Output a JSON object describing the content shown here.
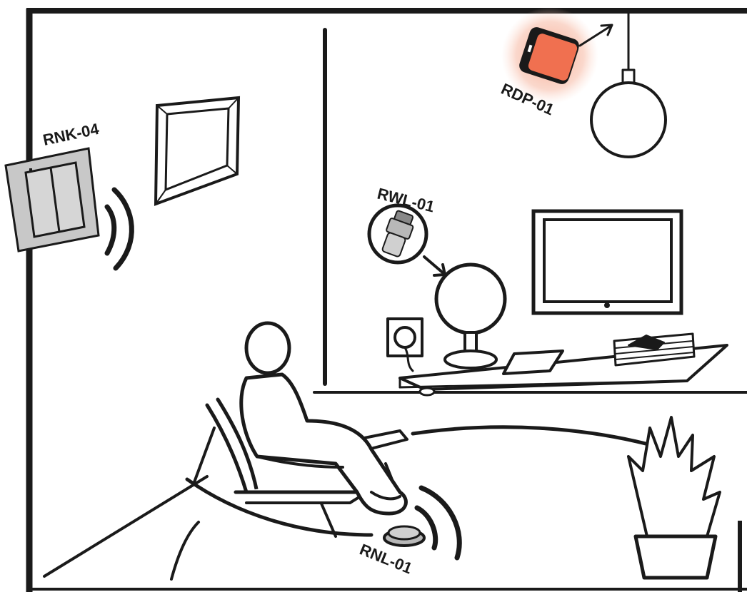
{
  "devices": [
    {
      "label": "RNK-04",
      "icon": "wireless-switch-icon"
    },
    {
      "label": "RDP-01",
      "icon": "dimmer-module-icon"
    },
    {
      "label": "RWL-01",
      "icon": "bulb-socket-adapter-icon"
    },
    {
      "label": "RNL-01",
      "icon": "floor-button-icon"
    }
  ],
  "colors": {
    "ink": "#1a1a1a",
    "rdp_module": "#f07050",
    "rdp_glow": "#f5a58c",
    "switch_plate": "#c8c8c8",
    "adapter_grey": "#b8b8b8"
  }
}
